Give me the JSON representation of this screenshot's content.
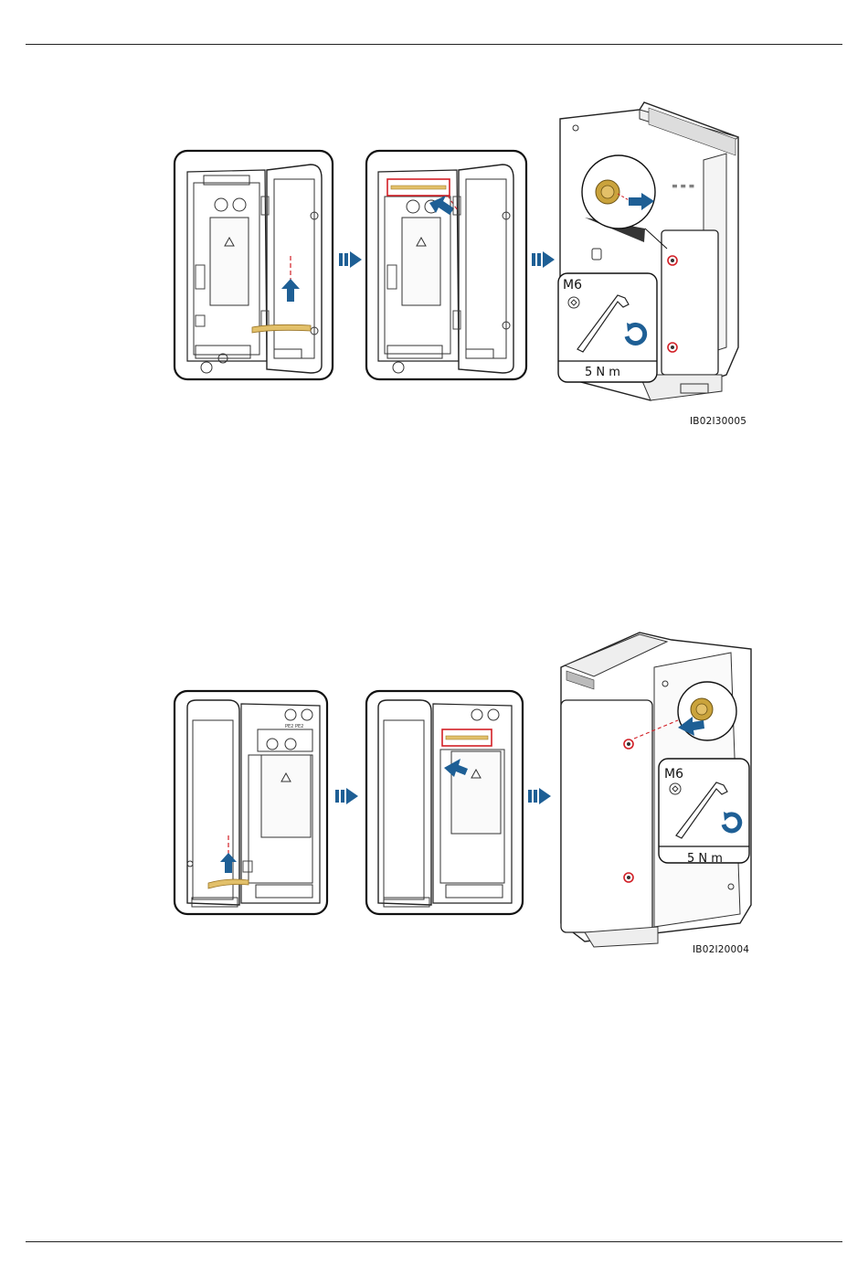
{
  "figures": [
    {
      "id": "fig-1",
      "bolt_label": "M6",
      "torque_label": "5 N m",
      "figure_code": "IB02I30005",
      "colors": {
        "arrow": "#1e5f95",
        "highlight": "#d21f26",
        "wire": "#c79a3a",
        "bolt": "#caa33c"
      }
    },
    {
      "id": "fig-2",
      "bolt_label": "M6",
      "torque_label": "5 N m",
      "figure_code": "IB02I20004",
      "colors": {
        "arrow": "#1e5f95",
        "highlight": "#d21f26",
        "wire": "#c79a3a",
        "bolt": "#caa33c"
      }
    }
  ]
}
